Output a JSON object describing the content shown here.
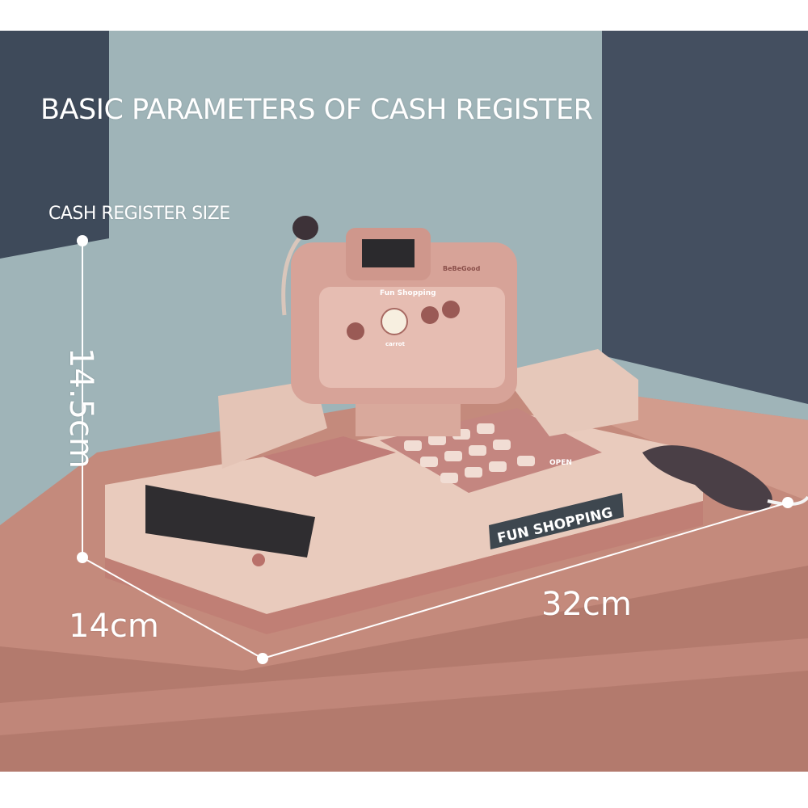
{
  "heading": "BASIC PARAMETERS OF CASH REGISTER",
  "size_label": "CASH REGISTER SIZE",
  "dimensions": {
    "height": "14.5cm",
    "depth": "14cm",
    "width": "32cm"
  },
  "product": {
    "brand": "BeBeGood",
    "screen_title": "Fun Shopping",
    "screen_item": "carrot",
    "key_label": "OPEN",
    "front_sign": "FUN SHOPPING"
  },
  "colors": {
    "wall": "#9fb4b8",
    "dark_wall": "#3e4a5a",
    "table": "#c98e80",
    "register": "#e8c9bb",
    "accent": "#b87a72"
  }
}
